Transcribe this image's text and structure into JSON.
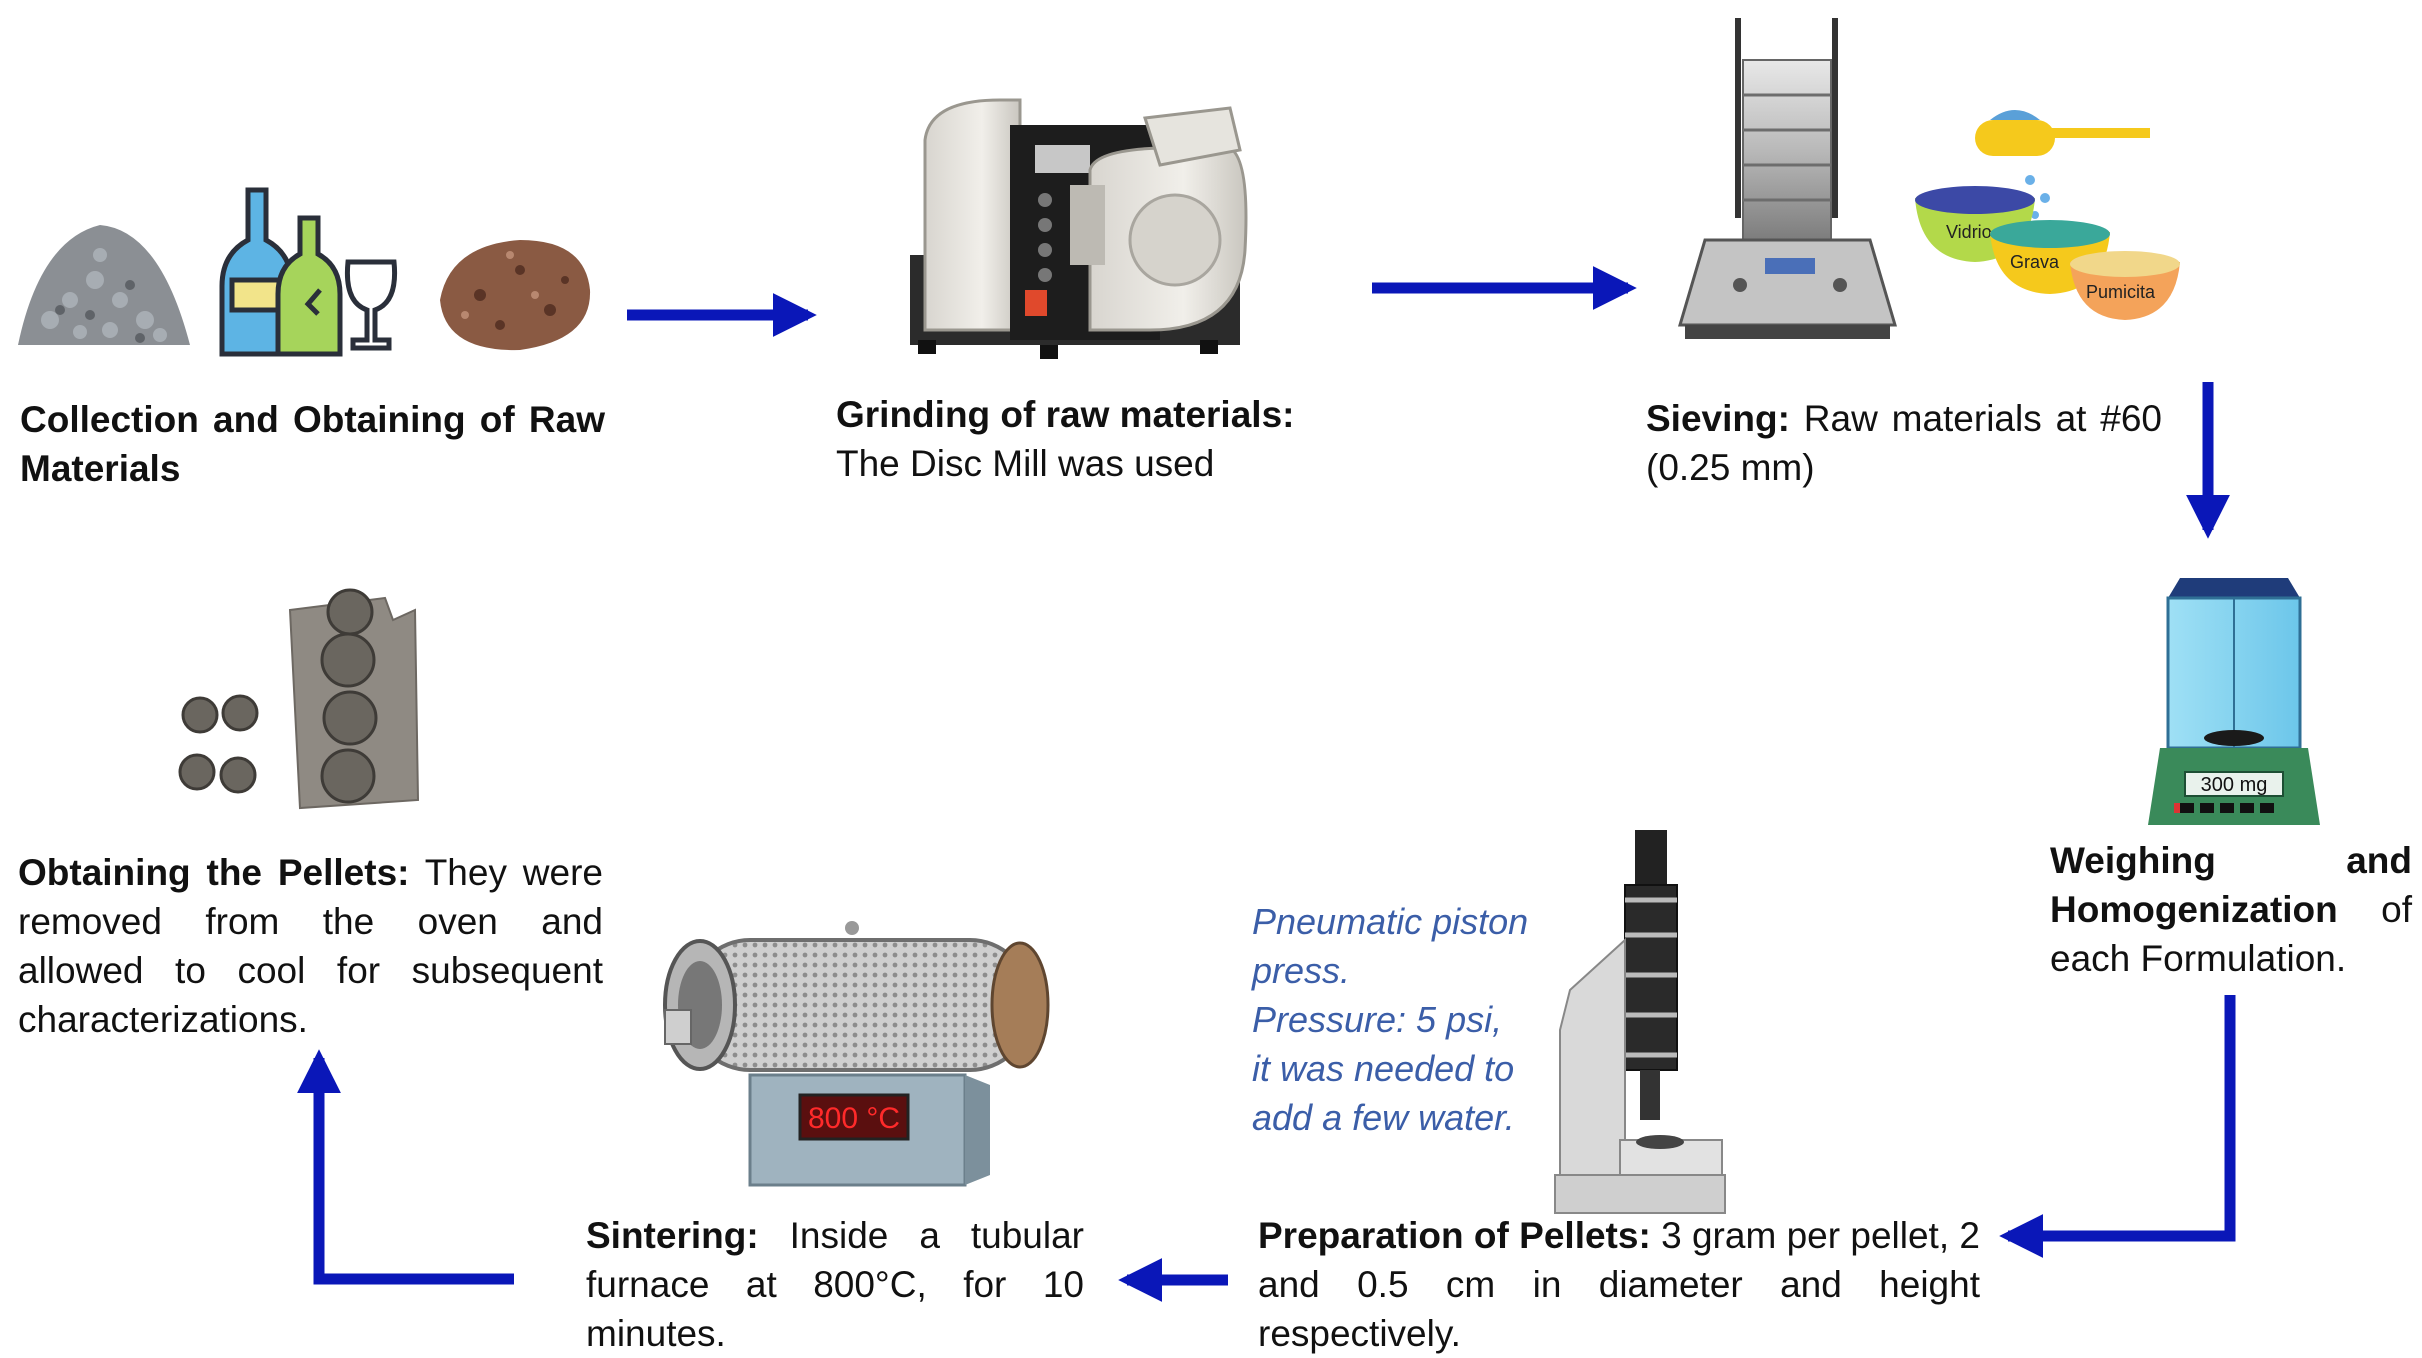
{
  "steps": {
    "collection": {
      "bold": "Collection and Obtaining of Raw Materials",
      "text": ""
    },
    "grinding": {
      "bold": "Grinding of raw materials:",
      "text": "The Disc Mill was used"
    },
    "sieving": {
      "bold": "Sieving:",
      "text": "Raw materials at #60 (0.25 mm)"
    },
    "weighing": {
      "bold": "Weighing and Homogenization",
      "text": "of each Formulation."
    },
    "preparation": {
      "bold": "Preparation of Pellets:",
      "text": "3 gram per pellet, 2 and 0.5 cm in diameter and height respectively."
    },
    "sintering": {
      "bold": "Sintering:",
      "text": "Inside a tubular furnace at 800°C, for 10 minutes."
    },
    "obtaining": {
      "bold": "Obtaining the Pellets:",
      "text": "They were removed from the oven and allowed to cool for subsequent characterizations."
    }
  },
  "note": "Pneumatic piston\npress.\nPressure: 5 psi,\nit was needed to\nadd a few water.",
  "bowls": {
    "glass": "Vidrio",
    "gravel": "Grava",
    "pumice": "Pumicita"
  },
  "scale_display": "300 mg",
  "furnace_display": "800 °C",
  "colors": {
    "arrow": "#0a17b8",
    "note": "#3b5ea8",
    "scale": "#3a8a5a"
  },
  "icons": [
    "gravel-icon",
    "bottles-icon",
    "pumice-stone-icon",
    "disc-mill-icon",
    "sieve-shaker-icon",
    "powder-bowls-icon",
    "analytical-balance-icon",
    "pellet-press-icon",
    "tube-furnace-icon",
    "pellets-icon"
  ]
}
